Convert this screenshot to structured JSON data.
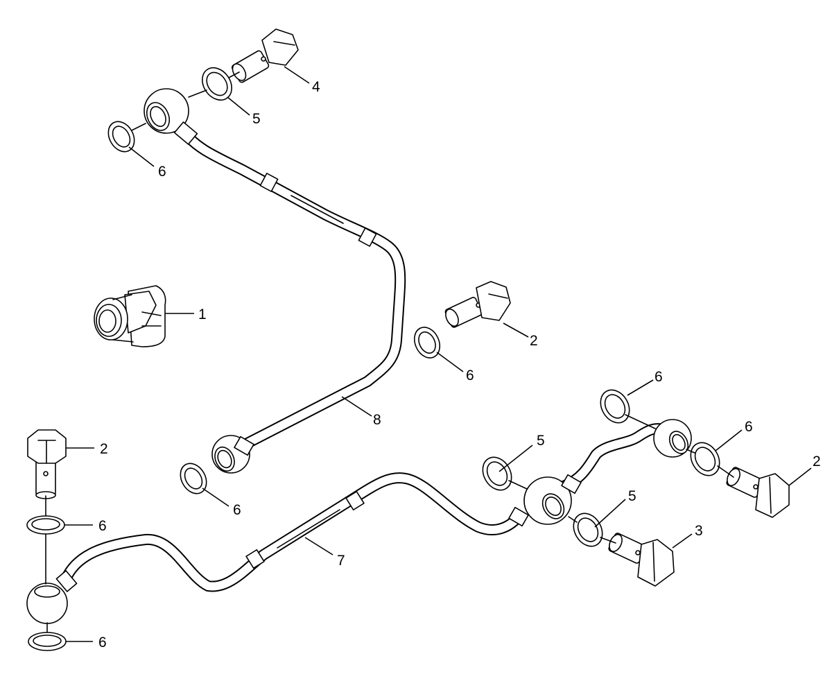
{
  "callouts": [
    {
      "id": "c1",
      "label": "1"
    },
    {
      "id": "c2a",
      "label": "2"
    },
    {
      "id": "c2b",
      "label": "2"
    },
    {
      "id": "c2c",
      "label": "2"
    },
    {
      "id": "c3",
      "label": "3"
    },
    {
      "id": "c4",
      "label": "4"
    },
    {
      "id": "c5a",
      "label": "5"
    },
    {
      "id": "c5b",
      "label": "5"
    },
    {
      "id": "c5c",
      "label": "5"
    },
    {
      "id": "c6a",
      "label": "6"
    },
    {
      "id": "c6b",
      "label": "6"
    },
    {
      "id": "c6c",
      "label": "6"
    },
    {
      "id": "c6d",
      "label": "6"
    },
    {
      "id": "c6e",
      "label": "6"
    },
    {
      "id": "c6f",
      "label": "6"
    },
    {
      "id": "c6g",
      "label": "6"
    },
    {
      "id": "c7",
      "label": "7"
    },
    {
      "id": "c8",
      "label": "8"
    }
  ]
}
